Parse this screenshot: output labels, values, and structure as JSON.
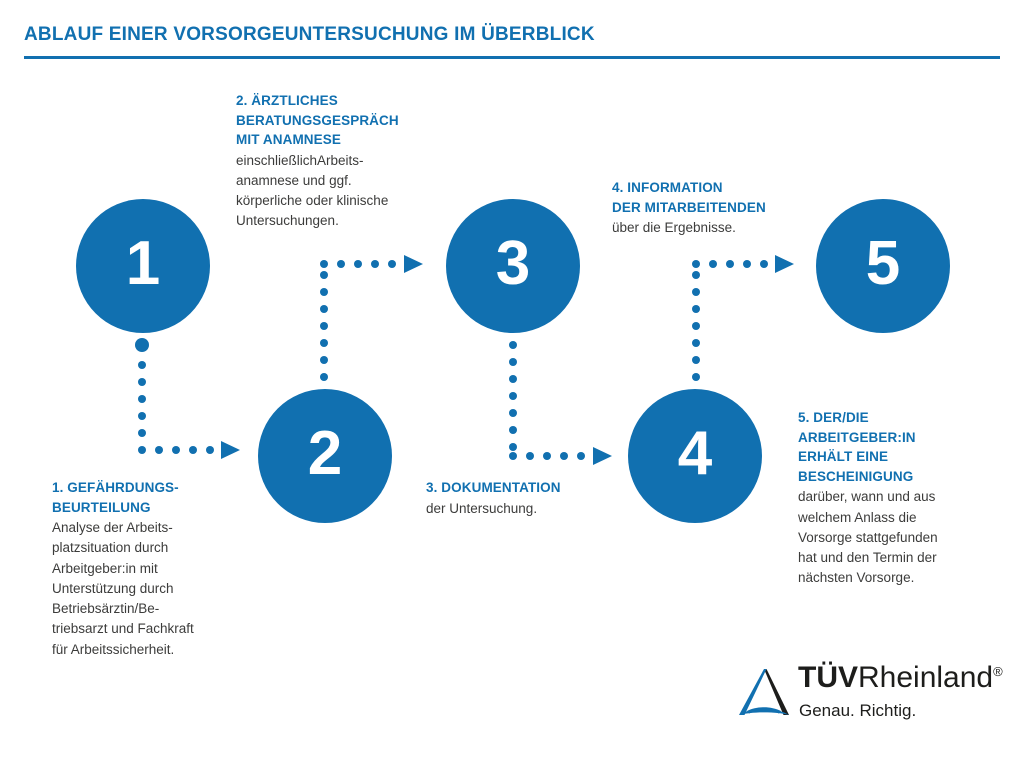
{
  "header": {
    "title": "ABLAUF EINER VORSORGEUNTERSUCHUNG IM ÜBERBLICK"
  },
  "accent_color": "#1170b0",
  "text_color": "#3c3c3b",
  "steps": [
    {
      "number": "1",
      "heading": "1. GEFÄHRDUNGS-\nBEURTEILUNG",
      "body": "Analyse der Arbeits-\nplatzsituation durch\nArbeitgeber:in mit\nUnterstützung durch\nBetriebsärztin/Be-\ntriebsarzt und Fachkraft\nfür Arbeitssicherheit."
    },
    {
      "number": "2",
      "heading": "2. ÄRZTLICHES\nBERATUNGSGESPRÄCH\nMIT ANAMNESE",
      "body": "einschließlichArbeits-\nanamnese und ggf.\nkörperliche oder klinische\nUntersuchungen."
    },
    {
      "number": "3",
      "heading": "3. DOKUMENTATION",
      "body": "der Untersuchung."
    },
    {
      "number": "4",
      "heading": "4. INFORMATION\nDER MITARBEITENDEN",
      "body": "über die Ergebnisse."
    },
    {
      "number": "5",
      "heading": "5. DER/DIE\nARBEITGEBER:IN\nERHÄLT EINE\nBESCHEINIGUNG",
      "body": "darüber, wann und aus\nwelchem Anlass die\nVorsorge stattgefunden\nhat und den Termin der\nnächsten Vorsorge."
    }
  ],
  "connectors": [
    {
      "name": "connector-1-to-2",
      "from": "1",
      "to": "2"
    },
    {
      "name": "connector-2-to-3",
      "from": "2",
      "to": "3"
    },
    {
      "name": "connector-3-to-4",
      "from": "3",
      "to": "4"
    },
    {
      "name": "connector-4-to-5",
      "from": "4",
      "to": "5"
    }
  ],
  "logo": {
    "brand_bold": "TÜV",
    "brand_light": "Rheinland",
    "registered": "®",
    "claim": "Genau. Richtig.",
    "mark_colors": {
      "dark": "#1d1d1b",
      "blue": "#1170b0"
    }
  }
}
